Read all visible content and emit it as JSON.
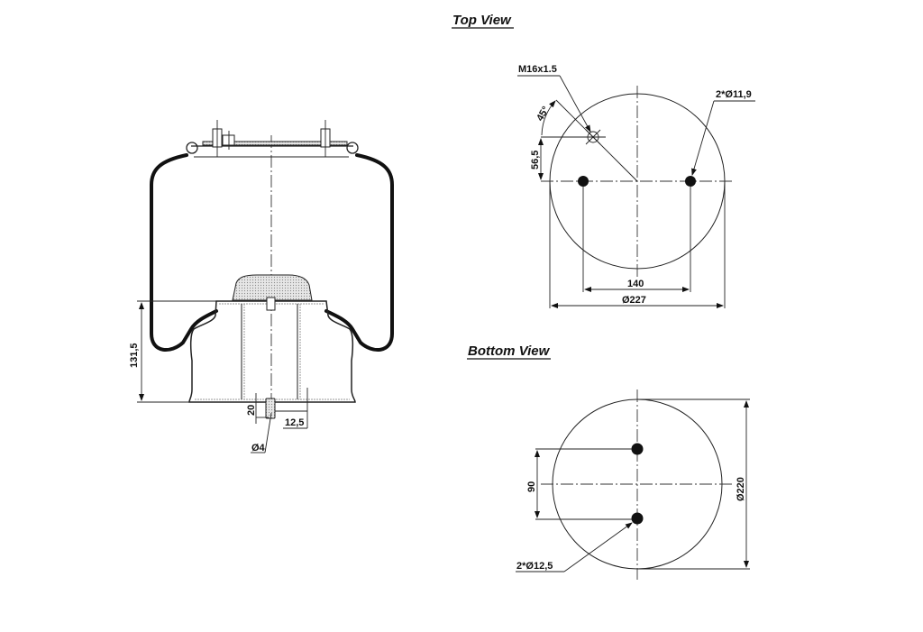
{
  "titles": {
    "top_view": "Top View",
    "bottom_view": "Bottom View"
  },
  "side_view": {
    "dim_height": "131,5",
    "dim_pin_length": "20",
    "dim_pin_offset": "12,5",
    "dim_pin_diameter": "Ø4"
  },
  "top_view": {
    "thread_label": "M16x1.5",
    "angle_label": "45°",
    "offset_label": "56,5",
    "hole_label": "2*Ø11,9",
    "hole_spacing": "140",
    "diameter": "Ø227"
  },
  "bottom_view": {
    "hole_spacing": "90",
    "diameter": "Ø220",
    "hole_label": "2*Ø12,5"
  },
  "colors": {
    "line": "#222222",
    "background": "#ffffff"
  }
}
